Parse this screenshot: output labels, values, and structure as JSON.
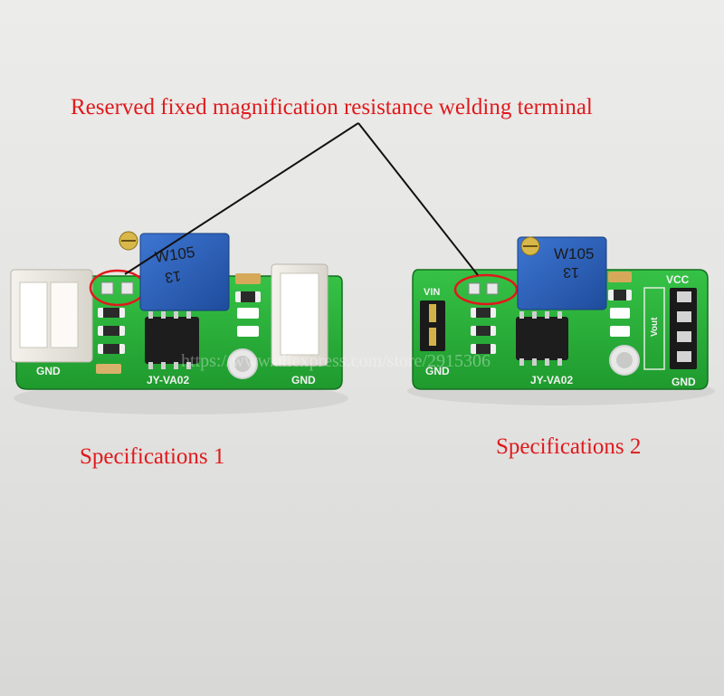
{
  "annotation": {
    "title": "Reserved fixed magnification resistance welding terminal",
    "color": "#e0191c"
  },
  "boards": [
    {
      "caption": "Specifications 1",
      "model": "JY-VA02",
      "pot_code": "W105",
      "pot_value": "13",
      "labels": {
        "gnd_left": "GND",
        "gnd_right": "GND"
      }
    },
    {
      "caption": "Specifications 2",
      "model": "JY-VA02",
      "pot_code": "W105",
      "pot_value": "13",
      "labels": {
        "vin": "VIN",
        "gnd_left": "GND",
        "vcc": "VCC",
        "vout": "Vout",
        "gnd_right": "GND"
      }
    }
  ],
  "watermark": "https://www.aliexpress.com/store/2915306",
  "colors": {
    "pcb": "#2bb33a",
    "pot_body": "#2a5fb8",
    "background": "#e6e6e4"
  }
}
